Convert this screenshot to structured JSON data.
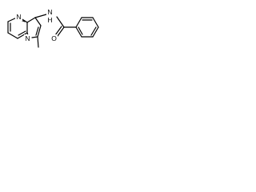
{
  "molecule": {
    "atoms": {
      "imidazole_n": "N",
      "bridge_n": "N",
      "amide_nh": "N",
      "amide_h": "H",
      "carbonyl_o": "O"
    }
  }
}
